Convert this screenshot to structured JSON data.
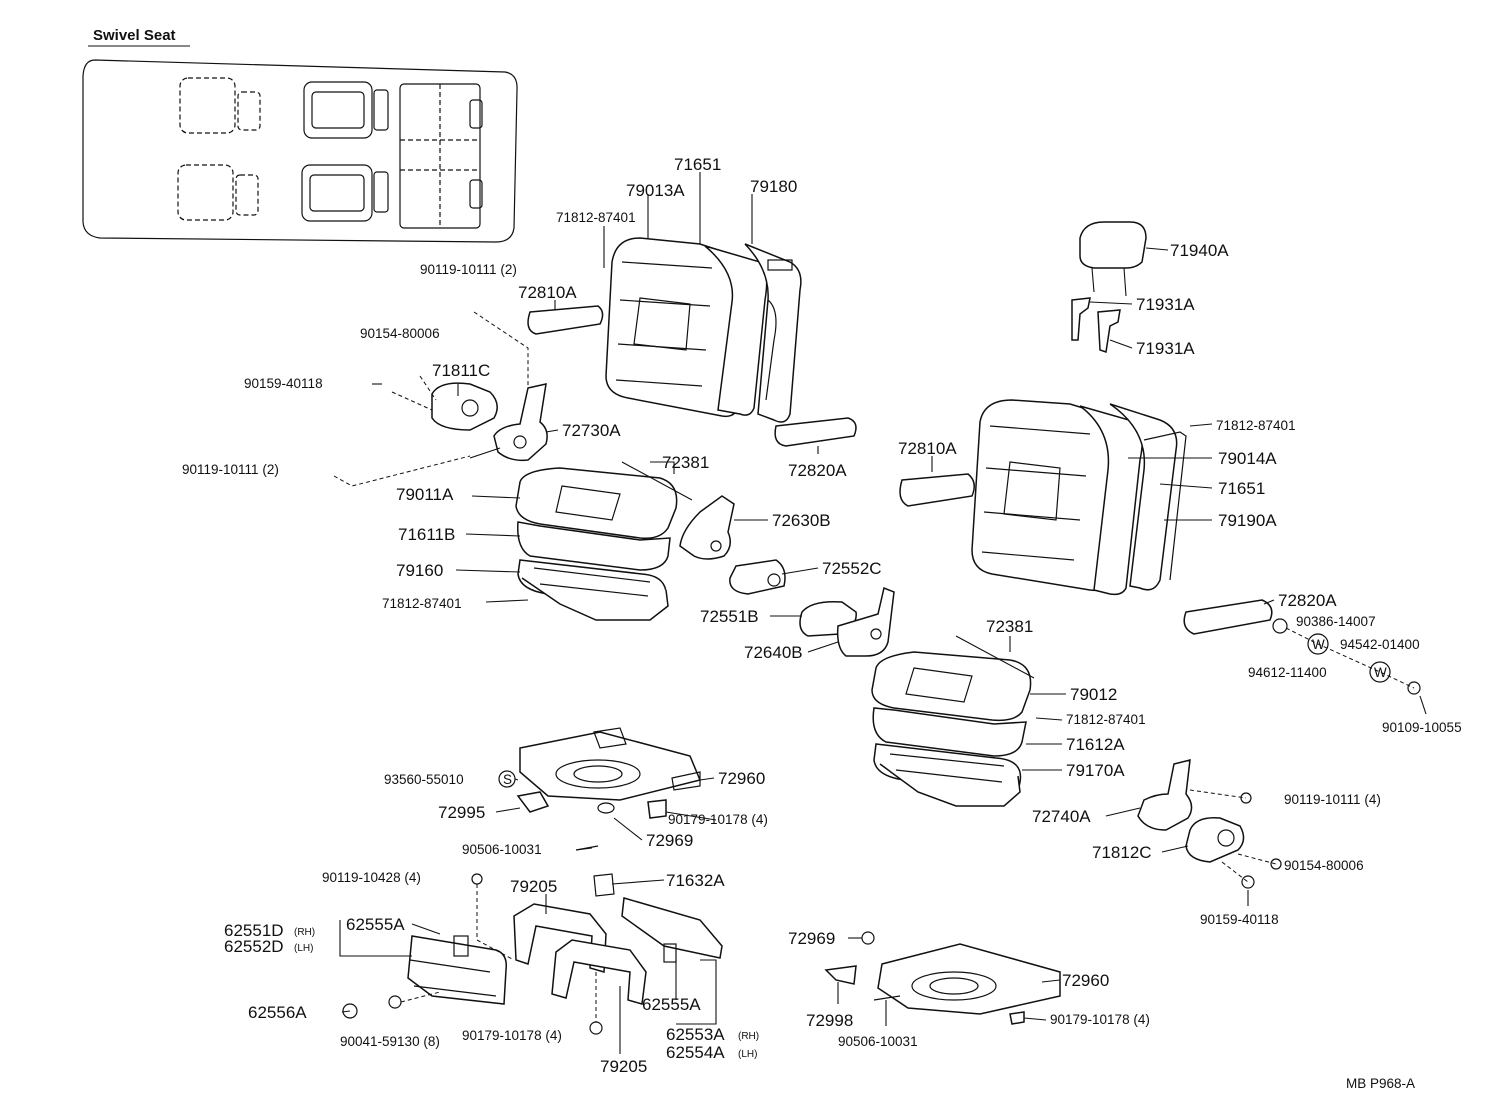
{
  "title": "Swivel Seat",
  "drawing_code": "MB  P968-A",
  "callouts": {
    "c71651a": "71651",
    "c79013a": "79013A",
    "c79180": "79180",
    "c71812a": "71812-87401",
    "c90119a": "90119-10111 (2)",
    "c72810a": "72810A",
    "c90154a": "90154-80006",
    "c71811c": "71811C",
    "c90159a": "90159-40118",
    "c72730a": "72730A",
    "c90119b": "90119-10111 (2)",
    "c72820a": "72820A",
    "c72381a": "72381",
    "c79011a": "79011A",
    "c71611b": "71611B",
    "c79160": "79160",
    "c71812b": "71812-87401",
    "c72630b": "72630B",
    "c72552c": "72552C",
    "c72551b": "72551B",
    "c72640b": "72640B",
    "c71940a": "71940A",
    "c71931a1": "71931A",
    "c71931a2": "71931A",
    "c71812c": "71812-87401",
    "c72810b": "72810A",
    "c79014a": "79014A",
    "c71651b": "71651",
    "c79190a": "79190A",
    "c72820b": "72820A",
    "c90386": "90386-14007",
    "c94542": "94542-01400",
    "c94612": "94612-11400",
    "c90109": "90109-10055",
    "c72381b": "72381",
    "c79012": "79012",
    "c71812d": "71812-87401",
    "c71612a": "71612A",
    "c79170a": "79170A",
    "c93560": "93560-55010",
    "c72960a": "72960",
    "c72995": "72995",
    "c90179a": "90179-10178 (4)",
    "c72969a": "72969",
    "c90506a": "90506-10031",
    "c72740a": "72740A",
    "c90119c": "90119-10111 (4)",
    "c71812e": "71812C",
    "c90154b": "90154-80006",
    "c90159b": "90159-40118",
    "c90119d": "90119-10428 (4)",
    "c79205a": "79205",
    "c71632a": "71632A",
    "c62551d": "62551D",
    "c62551d_side": "(RH)",
    "c62552d": "62552D",
    "c62552d_side": "(LH)",
    "c62555a1": "62555A",
    "c62556a": "62556A",
    "c90041": "90041-59130 (8)",
    "c90179b": "90179-10178 (4)",
    "c62555a2": "62555A",
    "c62553a": "62553A",
    "c62553a_side": "(RH)",
    "c62554a": "62554A",
    "c62554a_side": "(LH)",
    "c79205b": "79205",
    "c72969b": "72969",
    "c72998": "72998",
    "c90506b": "90506-10031",
    "c72960b": "72960",
    "c90179c": "90179-10178 (4)"
  },
  "symbols": {
    "washer_w1": "W",
    "washer_w2": "W",
    "spring_s": "S"
  },
  "icons": {
    "parts": "exploded-seat-parts-drawing"
  }
}
